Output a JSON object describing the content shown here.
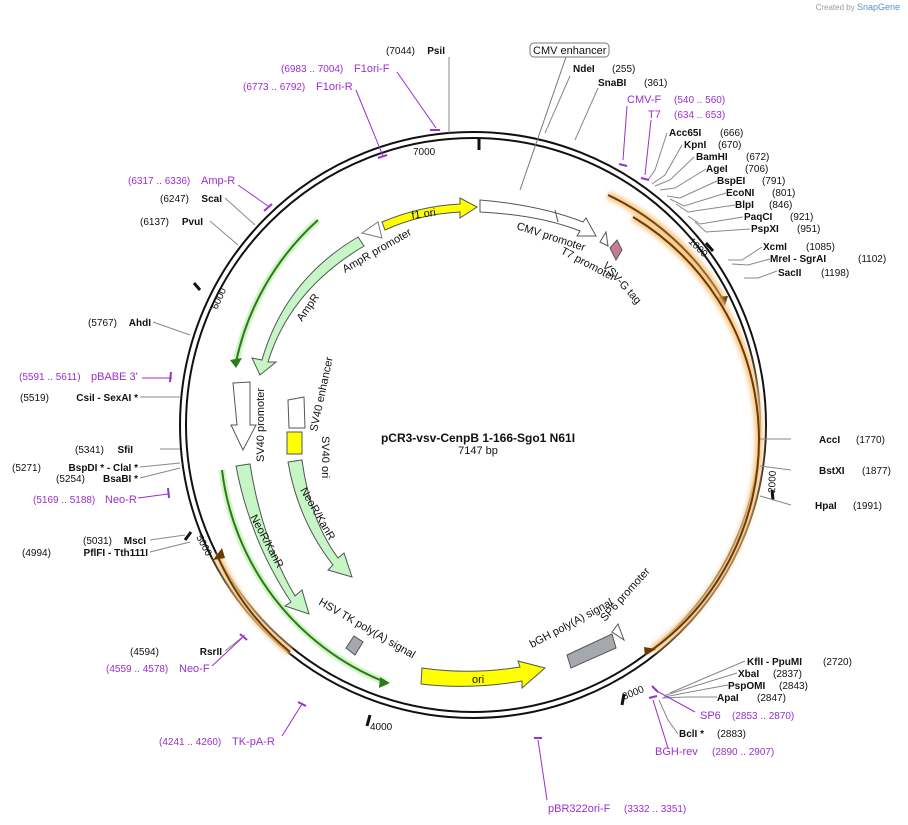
{
  "watermark": {
    "prefix": "Created by",
    "brand": "SnapGene"
  },
  "plasmid": {
    "name": "pCR3-vsv-CenpB 1-166-Sgo1 N61I",
    "size_label": "7147 bp",
    "length": 7147
  },
  "ticks": [
    {
      "label": "1000"
    },
    {
      "label": "2000"
    },
    {
      "label": "3000"
    },
    {
      "label": "4000"
    },
    {
      "label": "5000"
    },
    {
      "label": "6000"
    },
    {
      "label": "7000"
    }
  ],
  "sites": [
    {
      "name": "PsiI",
      "pos": "(7044)"
    },
    {
      "name": "NdeI",
      "pos": "(255)"
    },
    {
      "name": "SnaBI",
      "pos": "(361)"
    },
    {
      "name": "Acc65I",
      "pos": "(666)"
    },
    {
      "name": "KpnI",
      "pos": "(670)"
    },
    {
      "name": "BamHI",
      "pos": "(672)"
    },
    {
      "name": "AgeI",
      "pos": "(706)"
    },
    {
      "name": "BspEI",
      "pos": "(791)"
    },
    {
      "name": "EcoNI",
      "pos": "(801)"
    },
    {
      "name": "BlpI",
      "pos": "(846)"
    },
    {
      "name": "PaqCI",
      "pos": "(921)"
    },
    {
      "name": "PspXI",
      "pos": "(951)"
    },
    {
      "name": "XcmI",
      "pos": "(1085)"
    },
    {
      "name": "MreI  - SgrAI",
      "pos": "(1102)"
    },
    {
      "name": "SacII",
      "pos": "(1198)"
    },
    {
      "name": "AccI",
      "pos": "(1770)"
    },
    {
      "name": "BstXI",
      "pos": "(1877)"
    },
    {
      "name": "HpaI",
      "pos": "(1991)"
    },
    {
      "name": "KflI  - PpuMI",
      "pos": "(2720)"
    },
    {
      "name": "XbaI",
      "pos": "(2837)"
    },
    {
      "name": "PspOMI",
      "pos": "(2843)"
    },
    {
      "name": "ApaI",
      "pos": "(2847)"
    },
    {
      "name": "BclI *",
      "pos": "(2883)"
    },
    {
      "name": "RsrII",
      "pos": "(4594)"
    },
    {
      "name": "MscI",
      "pos": "(5031)"
    },
    {
      "name": "PflFI  - Tth111I",
      "pos": "(4994)"
    },
    {
      "name": "BspDI *  - ClaI *",
      "pos": "(5271)"
    },
    {
      "name": "BsaBI *",
      "pos": "(5254)"
    },
    {
      "name": "SfiI",
      "pos": "(5341)"
    },
    {
      "name": "CsiI  - SexAI *",
      "pos": "(5519)"
    },
    {
      "name": "AhdI",
      "pos": "(5767)"
    },
    {
      "name": "PvuI",
      "pos": "(6137)"
    },
    {
      "name": "ScaI",
      "pos": "(6247)"
    }
  ],
  "primers": [
    {
      "name": "F1ori-F",
      "range": "(6983 .. 7004)"
    },
    {
      "name": "F1ori-R",
      "range": "(6773 .. 6792)"
    },
    {
      "name": "CMV-F",
      "range": "(540 .. 560)"
    },
    {
      "name": "T7",
      "range": "(634 .. 653)"
    },
    {
      "name": "Amp-R",
      "range": "(6317 .. 6336)"
    },
    {
      "name": "pBABE 3'",
      "range": "(5591 .. 5611)"
    },
    {
      "name": "Neo-R",
      "range": "(5169 .. 5188)"
    },
    {
      "name": "Neo-F",
      "range": "(4559 .. 4578)"
    },
    {
      "name": "TK-pA-R",
      "range": "(4241 .. 4260)"
    },
    {
      "name": "SP6",
      "range": "(2853 .. 2870)"
    },
    {
      "name": "BGH-rev",
      "range": "(2890 .. 2907)"
    },
    {
      "name": "pBR322ori-F",
      "range": "(3332 .. 3351)"
    }
  ],
  "features": [
    {
      "label": "CMV enhancer"
    },
    {
      "label": "f1 ori"
    },
    {
      "label": "AmpR promoter"
    },
    {
      "label": "AmpR"
    },
    {
      "label": "CMV promoter"
    },
    {
      "label": "T7 promoter"
    },
    {
      "label": "VSV-G tag"
    },
    {
      "label": "SV40 promoter"
    },
    {
      "label": "SV40 enhancer"
    },
    {
      "label": "SV40 ori"
    },
    {
      "label": "NeoR/KanR"
    },
    {
      "label": "NeoR/KanR"
    },
    {
      "label": "HSV TK poly(A) signal"
    },
    {
      "label": "ori"
    },
    {
      "label": "bGH poly(A) signal"
    },
    {
      "label": "SP6 promoter"
    }
  ],
  "colors": {
    "backbone": "#111111",
    "primer": "#9a2fcf",
    "orf_orange": "#f0a23c",
    "green": "#c6f5c6",
    "yellow": "#ffff00",
    "gray": "#a5a8ad",
    "vsvg": "#c97b96"
  }
}
